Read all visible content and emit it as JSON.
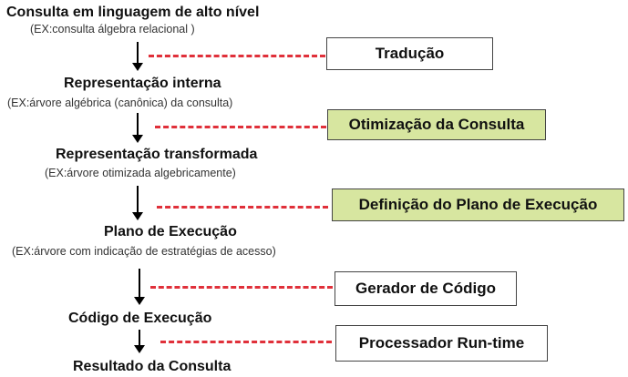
{
  "stages": [
    {
      "title": "Consulta em linguagem de alto nível",
      "note": "(EX:consulta álgebra relacional  )"
    },
    {
      "title": "Representação interna",
      "note": "(EX:árvore algébrica (canônica) da consulta)"
    },
    {
      "title": "Representação transformada",
      "note": "(EX:árvore otimizada algebricamente)"
    },
    {
      "title": "Plano de Execução",
      "note": "(EX:árvore com indicação de estratégias de acesso)"
    },
    {
      "title": "Código de Execução",
      "note": ""
    },
    {
      "title": "Resultado da Consulta",
      "note": ""
    }
  ],
  "steps": [
    {
      "label": "Tradução",
      "highlighted": false
    },
    {
      "label": "Otimização da Consulta",
      "highlighted": true
    },
    {
      "label": "Definição do Plano de Execução",
      "highlighted": true
    },
    {
      "label": "Gerador de Código",
      "highlighted": false
    },
    {
      "label": "Processador Run-time",
      "highlighted": false
    }
  ],
  "colors": {
    "highlight_fill": "#d7e6a0",
    "plain_fill": "#ffffff",
    "dash_line": "#e0303a"
  }
}
